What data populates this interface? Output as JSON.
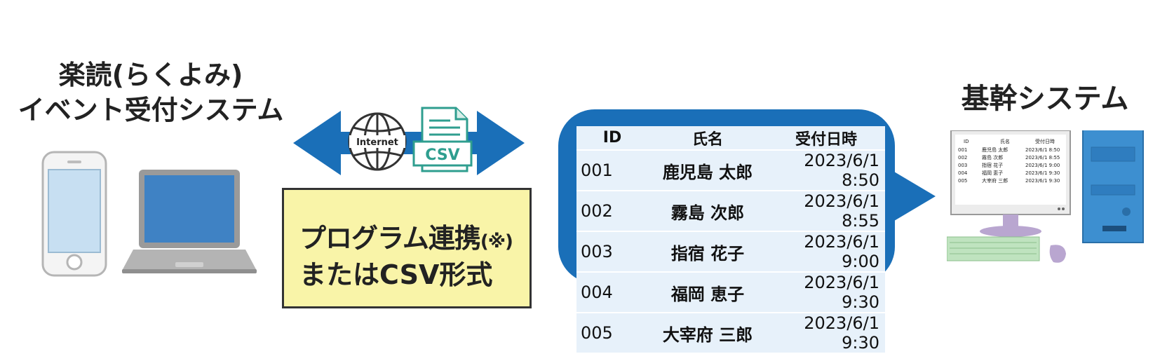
{
  "left_system": {
    "line1": "楽読(らくよみ)",
    "line2": "イベント受付システム"
  },
  "right_system": {
    "title": "基幹システム"
  },
  "transfer": {
    "internet_label": "Internet",
    "csv_label": "CSV"
  },
  "note": {
    "line1_main": "プログラム連携",
    "line1_suffix": "(※)",
    "line2": "またはCSV形式"
  },
  "table": {
    "headers": [
      "ID",
      "氏名",
      "受付日時"
    ],
    "rows": [
      [
        "001",
        "鹿児島 太郎",
        "2023/6/1 8:50"
      ],
      [
        "002",
        "霧島 次郎",
        "2023/6/1 8:55"
      ],
      [
        "003",
        "指宿 花子",
        "2023/6/1 9:00"
      ],
      [
        "004",
        "福岡 恵子",
        "2023/6/1 9:30"
      ],
      [
        "005",
        "大宰府 三郎",
        "2023/6/1 9:30"
      ]
    ]
  },
  "colors": {
    "arrow_blue": "#1a6fb8",
    "note_yellow": "#f9f4a8",
    "table_bg": "#e7f1fa"
  },
  "icons": [
    "smartphone-icon",
    "laptop-icon",
    "globe-icon",
    "csv-file-icon",
    "desktop-computer-icon"
  ]
}
